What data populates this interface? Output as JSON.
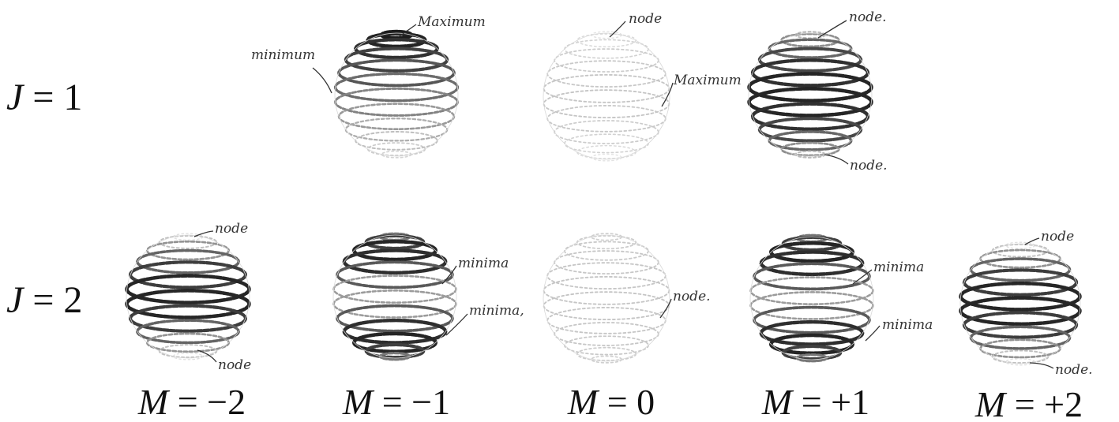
{
  "rows": [
    {
      "var": "J",
      "eq": " = ",
      "val": "1"
    },
    {
      "var": "J",
      "eq": " = ",
      "val": "2"
    }
  ],
  "columns": [
    {
      "var": "M",
      "eq": " = ",
      "val": "−2"
    },
    {
      "var": "M",
      "eq": " = ",
      "val": "−1"
    },
    {
      "var": "M",
      "eq": " = ",
      "val": "0"
    },
    {
      "var": "M",
      "eq": " = ",
      "val": "+1"
    },
    {
      "var": "M",
      "eq": " = ",
      "val": "+2"
    }
  ],
  "annotations": {
    "j1_m_minus1_top": "Maximum",
    "j1_m_minus1_left": "minimum",
    "j1_m0_top": "node",
    "j1_m0_side": "Maximum",
    "j1_m_plus1_top": "node.",
    "j1_m_plus1_bottom": "node.",
    "j2_m_minus2_top": "node",
    "j2_m_minus2_bottom": "node",
    "j2_m_minus1_upper": "minima",
    "j2_m_minus1_lower": "minima,",
    "j2_m0_side": "node.",
    "j2_m_plus1_upper": "minima",
    "j2_m_plus1_lower": "minima",
    "j2_m_plus2_top": "node",
    "j2_m_plus2_bottom": "node."
  },
  "spheres": [
    {
      "id": "j1-m-minus1",
      "J": 1,
      "M": -1,
      "pattern": "maximum at top pole, minimum at bottom band"
    },
    {
      "id": "j1-m0",
      "J": 1,
      "M": 0,
      "pattern": "node at top, maximum at equator"
    },
    {
      "id": "j1-m-plus1",
      "J": 1,
      "M": 1,
      "pattern": "node at top and bottom"
    },
    {
      "id": "j2-m-minus2",
      "J": 2,
      "M": -2,
      "pattern": "node at top and bottom"
    },
    {
      "id": "j2-m-minus1",
      "J": 2,
      "M": -1,
      "pattern": "two minima"
    },
    {
      "id": "j2-m0",
      "J": 2,
      "M": 0,
      "pattern": "node"
    },
    {
      "id": "j2-m-plus1",
      "J": 2,
      "M": 1,
      "pattern": "two minima"
    },
    {
      "id": "j2-m-plus2",
      "J": 2,
      "M": 2,
      "pattern": "node at top and bottom"
    }
  ],
  "colors": {
    "ink": "#111111",
    "dark_band": "#222222",
    "mid_band": "#666666",
    "light_band": "#c8c8c8",
    "annotation": "#333333"
  }
}
